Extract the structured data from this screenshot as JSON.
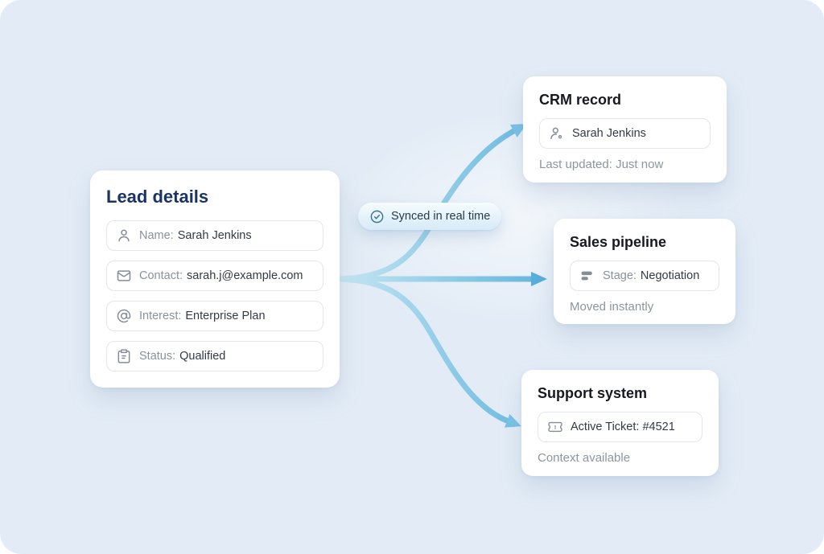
{
  "lead_card": {
    "title": "Lead details",
    "fields": [
      {
        "icon": "user-icon",
        "label": "Name:",
        "value": "Sarah Jenkins"
      },
      {
        "icon": "mail-icon",
        "label": "Contact:",
        "value": "sarah.j@example.com"
      },
      {
        "icon": "at-sign-icon",
        "label": "Interest:",
        "value": "Enterprise Plan"
      },
      {
        "icon": "clipboard-icon",
        "label": "Status:",
        "value": "Qualified"
      }
    ]
  },
  "sync_badge": {
    "icon": "check-circle-icon",
    "label": "Synced in real time"
  },
  "targets": [
    {
      "title": "CRM record",
      "icon": "user-status-icon",
      "value": "Sarah Jenkins",
      "subtext": "Last updated: Just now"
    },
    {
      "title": "Sales pipeline",
      "icon": "pipeline-icon",
      "label": "Stage:",
      "value": "Negotiation",
      "subtext": "Moved instantly"
    },
    {
      "title": "Support system",
      "icon": "ticket-icon",
      "value": "Active Ticket: #4521",
      "subtext": "Context available"
    }
  ],
  "colors": {
    "background": "#e3ecf6",
    "card": "#ffffff",
    "lead_title": "#1a3464",
    "card_title": "#17191e",
    "label_gray": "#8a919e",
    "value_dark": "#333a45",
    "subtext_gray": "#8d95a0",
    "arrow_light": "#c6e6f2",
    "arrow_blue": "#5fb2dd",
    "badge_icon": "#38758f",
    "badge_text": "#2c3947"
  }
}
